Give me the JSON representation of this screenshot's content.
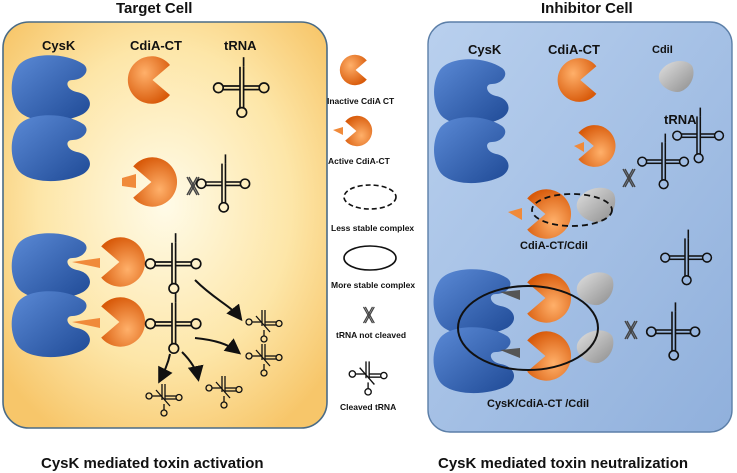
{
  "target": {
    "title": "Target Cell",
    "col_cysk": "CysK",
    "col_cdia": "CdiA-CT",
    "col_trna": "tRNA",
    "caption": "CysK mediated toxin activation"
  },
  "inhibitor": {
    "title": "Inhibitor Cell",
    "col_cysk": "CysK",
    "col_cdia": "CdiA-CT",
    "col_cdii": "CdiI",
    "trna_label": "tRNA",
    "complex1": "CdiA-CT/CdiI",
    "complex2": "CysK/CdiA-CT /CdiI",
    "caption": "CysK mediated toxin neutralization"
  },
  "legend": [
    {
      "icon": "inactive-cdia-ct-icon",
      "label": "Inactive CdiA CT"
    },
    {
      "icon": "active-cdia-ct-icon",
      "label": "Active CdiA-CT"
    },
    {
      "icon": "dashed-ellipse-icon",
      "label": "Less stable complex"
    },
    {
      "icon": "solid-ellipse-icon",
      "label": "More stable complex"
    },
    {
      "icon": "no-cleave-icon",
      "label": "tRNA not cleaved"
    },
    {
      "icon": "cleaved-trna-icon",
      "label": "Cleaved tRNA"
    }
  ],
  "colors": {
    "cysk_blue": "#2f5fb0",
    "cdia_orange": "#e86f1a",
    "cdii_grey": "#a8a8a8",
    "target_bg": "#fbd98a",
    "inhibitor_bg": "#a9c3e6"
  }
}
